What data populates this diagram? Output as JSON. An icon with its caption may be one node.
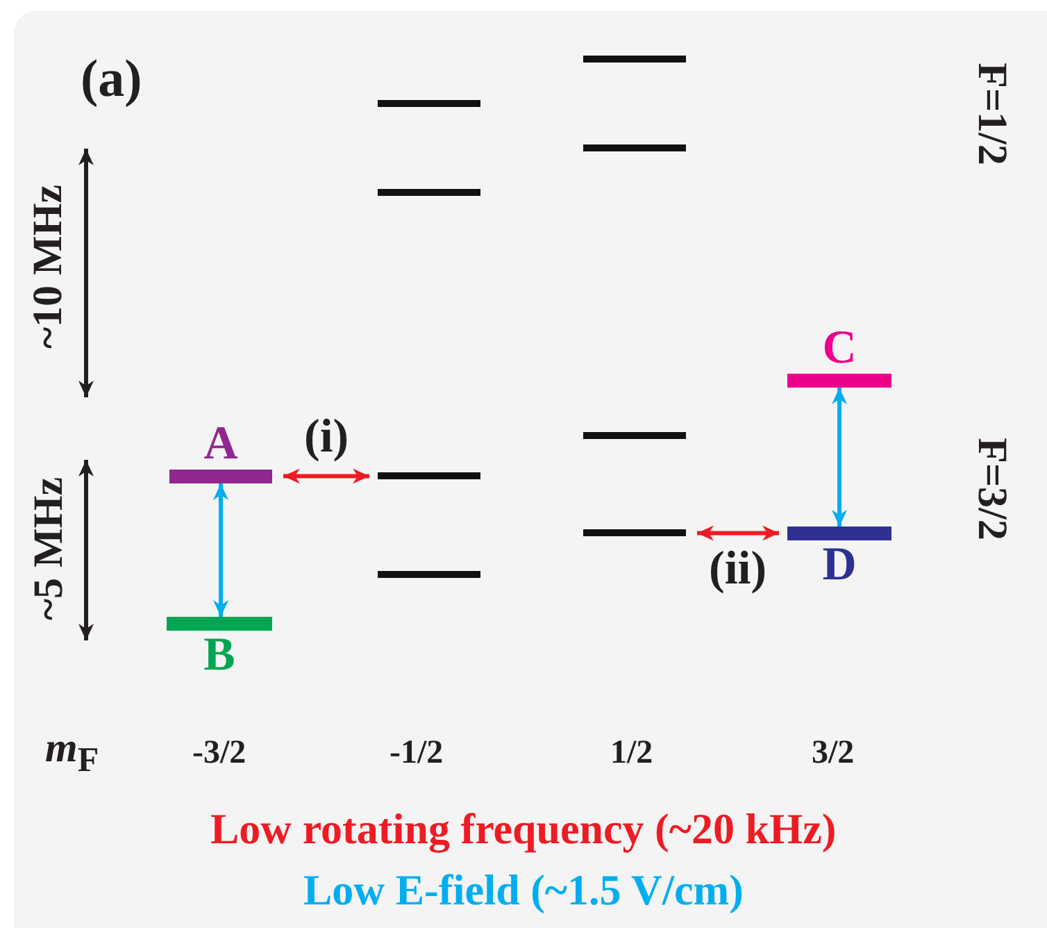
{
  "diagram": {
    "nodes": [
      {
        "text": [
          "A"
        ]
      },
      {
        "text": [
          "B"
        ]
      },
      {
        "text": [],
        "shape": "bar"
      },
      {
        "text": [],
        "shape": "bar"
      },
      {
        "text": [],
        "shape": "bar"
      },
      {
        "text": [],
        "shape": "bar"
      },
      {
        "text": [],
        "shape": "bar"
      },
      {
        "text": [],
        "shape": "bar"
      },
      {
        "text": [],
        "shape": "bar"
      },
      {
        "text": [],
        "shape": "bar"
      },
      {
        "text": [
          "C"
        ]
      },
      {
        "text": [
          "D"
        ]
      }
    ],
    "edges": [
      {
        "from": 0,
        "to": 1,
        "arrow": "both",
        "color": "#00aeef"
      },
      {
        "from": 0,
        "to": 4,
        "arrow": "both",
        "label": "(i)",
        "color": "#ed1c24"
      },
      {
        "from": 9,
        "to": 11,
        "arrow": "both",
        "label": "(ii)",
        "color": "#ed1c24"
      },
      {
        "from": 10,
        "to": 11,
        "arrow": "both",
        "color": "#00aeef"
      }
    ],
    "labels": [
      "(a)",
      "F=1/2",
      "~10 MHz",
      "F=3/2",
      "~5 MHz",
      "*m*$_{F}$",
      "-3/2",
      "-1/2",
      "1/2",
      "3/2",
      "Low rotating frequency (~20 kHz)",
      "Low E-field (~1.5 V/cm)"
    ]
  }
}
